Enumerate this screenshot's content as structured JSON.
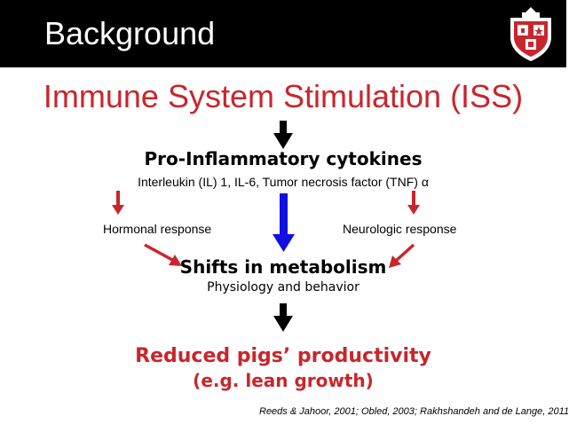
{
  "header": {
    "title": "Background"
  },
  "main_title": "Immune System Stimulation (ISS)",
  "cytokines": {
    "heading": "Pro-Inflammatory cytokines",
    "list": "Interleukin (IL) 1, IL-6, Tumor necrosis factor (TNF) α"
  },
  "responses": {
    "hormonal": "Hormonal response",
    "neurologic": "Neurologic response"
  },
  "metabolism": {
    "heading": "Shifts in metabolism",
    "subheading": "Physiology and behavior"
  },
  "outcome": {
    "line1": "Reduced pigs’ productivity",
    "line2": "(e.g. lean growth)"
  },
  "references": "Reeds & Jahoor, 2001; Obled, 2003; Rakhshandeh and de Lange, 2011",
  "colors": {
    "header_bg": "#000000",
    "accent_red": "#c8262c",
    "arrow_blue": "#1010e0",
    "arrow_black": "#000000"
  },
  "icons": {
    "logo": "university-shield-logo"
  }
}
